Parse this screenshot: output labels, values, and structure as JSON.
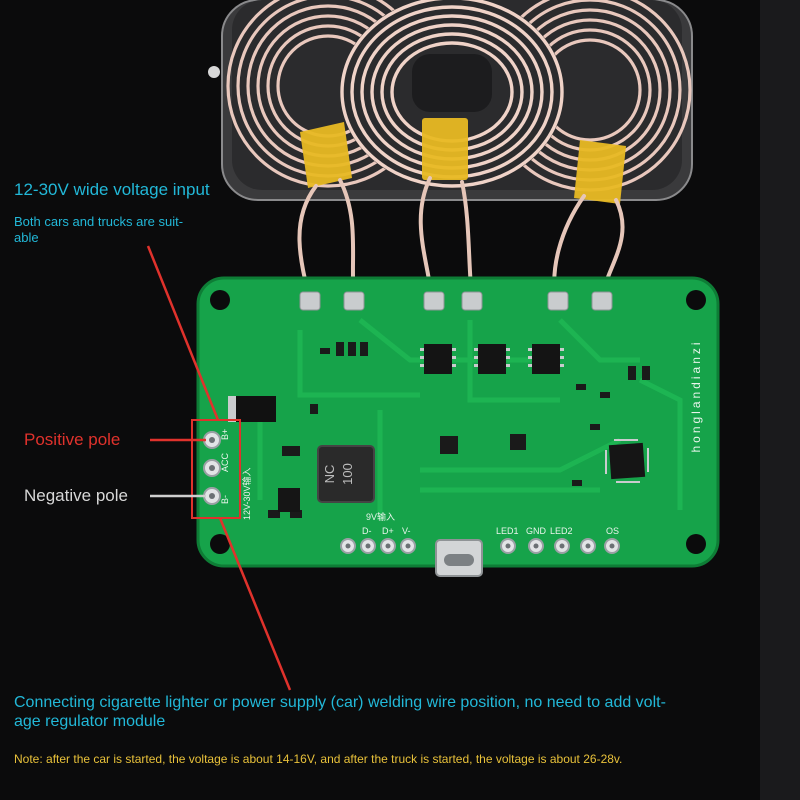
{
  "annotations": {
    "input_title": "12-30V wide voltage input",
    "input_sub_line1": "Both cars and trucks are suit-",
    "input_sub_line2": "able",
    "positive_label": "Positive pole",
    "negative_label": "Negative pole",
    "connect_line1": "Connecting cigarette lighter or power supply (car) welding wire position, no need to add volt-",
    "connect_line2": "age regulator module",
    "note": "Note: after the car is started, the voltage is about 14-16V, and after the truck is started, the voltage is about 26-28v."
  },
  "board": {
    "brand": "honglandianzi",
    "inductor_top": "NC",
    "inductor_bottom": "100",
    "input_label": "9V输入",
    "pins_left": [
      "D-",
      "D+",
      "V-"
    ],
    "pins_right": [
      "LED1",
      "GND",
      "LED2",
      "OS"
    ],
    "power_pins": [
      "B+",
      "ACC",
      "B-"
    ],
    "voltage_silk": "12V-30V输入"
  },
  "colors": {
    "board_green": "#16a34a",
    "annotation_cyan": "#22b8d8",
    "annotation_red": "#e0322c",
    "note_yellow": "#e8c13a"
  }
}
